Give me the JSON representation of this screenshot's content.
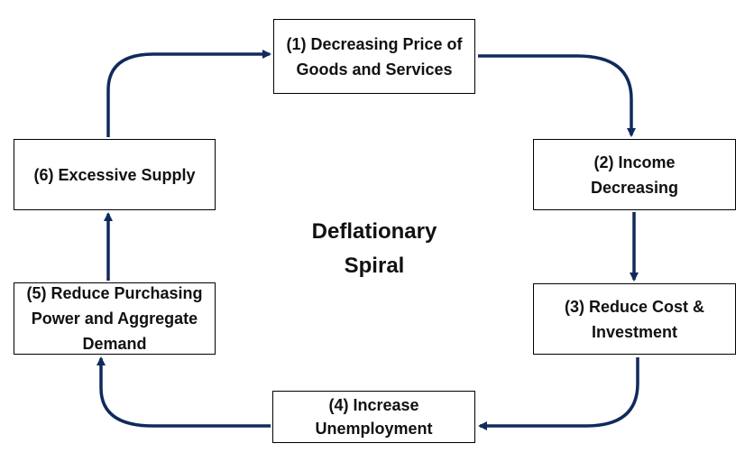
{
  "diagram": {
    "center_title": "Deflationary\nSpiral",
    "steps": [
      {
        "label": "(1) Decreasing Price of\nGoods and Services"
      },
      {
        "label": "(2) Income\nDecreasing"
      },
      {
        "label": "(3) Reduce Cost &\nInvestment"
      },
      {
        "label": "(4) Increase\nUnemployment"
      },
      {
        "label": "(5) Reduce Purchasing\nPower and Aggregate\nDemand"
      },
      {
        "label": "(6) Excessive Supply"
      }
    ],
    "arrow_color": "#102a5c",
    "box_border_color": "#000000"
  }
}
